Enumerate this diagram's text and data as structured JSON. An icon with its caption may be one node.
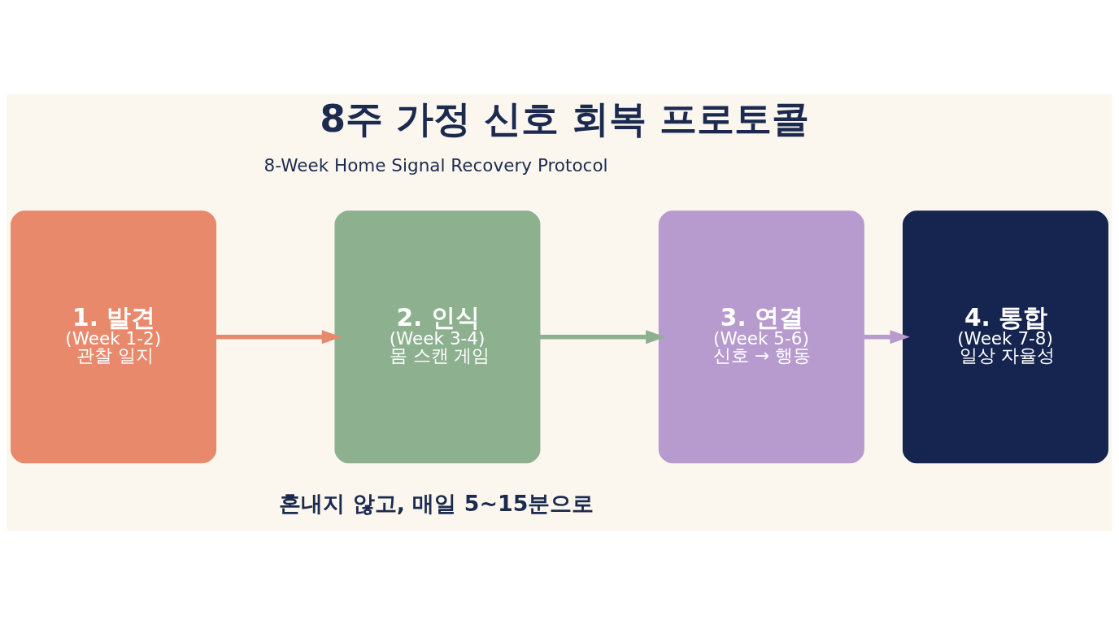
{
  "diagram": {
    "title": "8주 가정 신호 회복 프로토콜",
    "nodes": [
      {
        "text": [
          "1. 발견",
          "(Week 1-2)",
          "관찰 일지"
        ]
      },
      {
        "text": [
          "2. 인식",
          "(Week 3-4)",
          "몸 스캔 게임"
        ]
      },
      {
        "text": [
          "3. 연결",
          "(Week 5-6)",
          "신호 → 행동"
        ]
      },
      {
        "text": [
          "4. 통합",
          "(Week 7-8)",
          "일상 자율성"
        ]
      }
    ],
    "edges": [
      {
        "from": 0,
        "to": 1,
        "arrow": "to",
        "color": "#e8896c"
      },
      {
        "from": 1,
        "to": 2,
        "arrow": "to",
        "color": "#8db08f"
      },
      {
        "from": 2,
        "to": 3,
        "arrow": "to",
        "color": "#b79bcf"
      }
    ],
    "labels": [
      "8-Week Home Signal Recovery Protocol",
      "혼내지 않고, 매일 5~15분으로"
    ]
  }
}
